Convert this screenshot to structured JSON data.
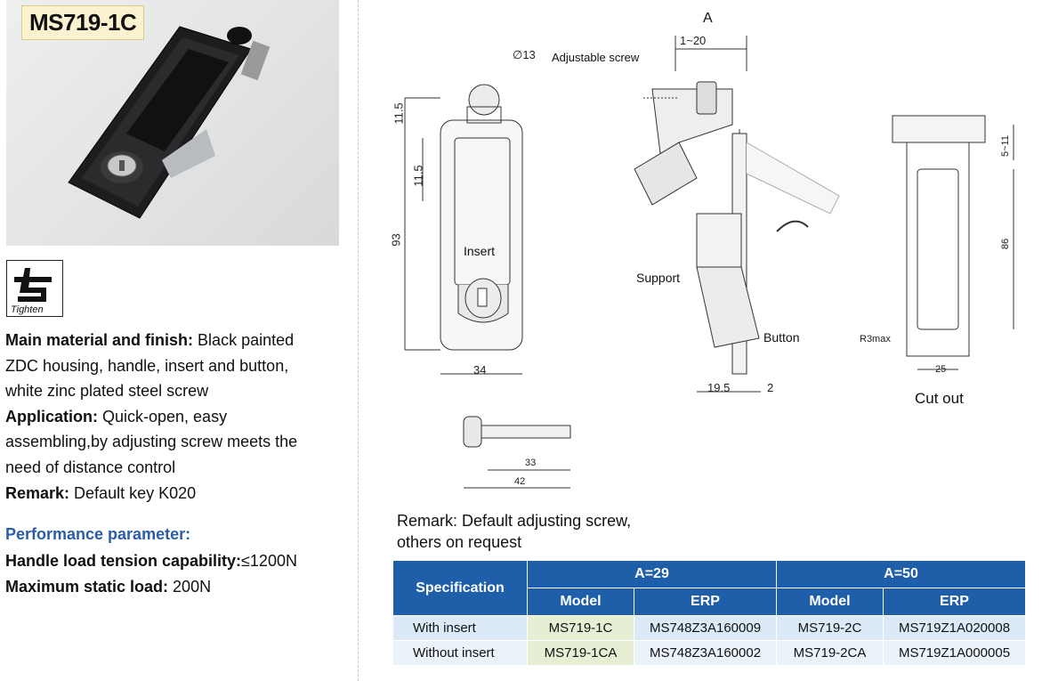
{
  "product": {
    "code": "MS719-1C"
  },
  "logo": {
    "label": "Tighten"
  },
  "description": {
    "material_label": "Main material and finish:",
    "material_text": " Black painted",
    "material_line2": "ZDC housing, handle, insert and button,",
    "material_line3": "white zinc plated steel screw",
    "application_label": "Application:",
    "application_text": " Quick-open, easy",
    "application_line2": "assembling,by adjusting screw meets the",
    "application_line3": "need of distance control",
    "remark_label": "Remark:",
    "remark_text": " Default key K020"
  },
  "performance": {
    "title": "Performance parameter:",
    "load_label": "Handle load tension capability:",
    "load_value": "≤1200N",
    "static_label": "Maximum static load:",
    "static_value": " 200N"
  },
  "drawing": {
    "dia": "∅13",
    "adjustable_screw": "Adjustable screw",
    "dim_a": "A",
    "dim_range": "1~20",
    "dim_11_5_top": "11.5",
    "dim_11_5_mid": "11.5",
    "dim_93": "93",
    "insert": "Insert",
    "dim_34": "34",
    "support": "Support",
    "button": "Button",
    "dim_19_5": "19.5",
    "dim_2": "2",
    "cutout_5_11": "5~11",
    "cutout_86": "86",
    "cutout_r3": "R3max",
    "cutout_25": "25",
    "cutout_title": "Cut out",
    "screw_33": "33",
    "screw_42": "42"
  },
  "remark": {
    "line1": "Remark: Default adjusting screw,",
    "line2": "others on request"
  },
  "table": {
    "spec_header": "Specification",
    "group1": "A=29",
    "group2": "A=50",
    "model": "Model",
    "erp": "ERP",
    "rows": [
      {
        "spec": "With insert",
        "m1": "MS719-1C",
        "e1": "MS748Z3A160009",
        "m2": "MS719-2C",
        "e2": "MS719Z1A020008"
      },
      {
        "spec": "Without insert",
        "m1": "MS719-1CA",
        "e1": "MS748Z3A160002",
        "m2": "MS719-2CA",
        "e2": "MS719Z1A000005"
      }
    ]
  },
  "colors": {
    "header_blue": "#1f5ea8",
    "title_blue": "#2a5ea7"
  }
}
